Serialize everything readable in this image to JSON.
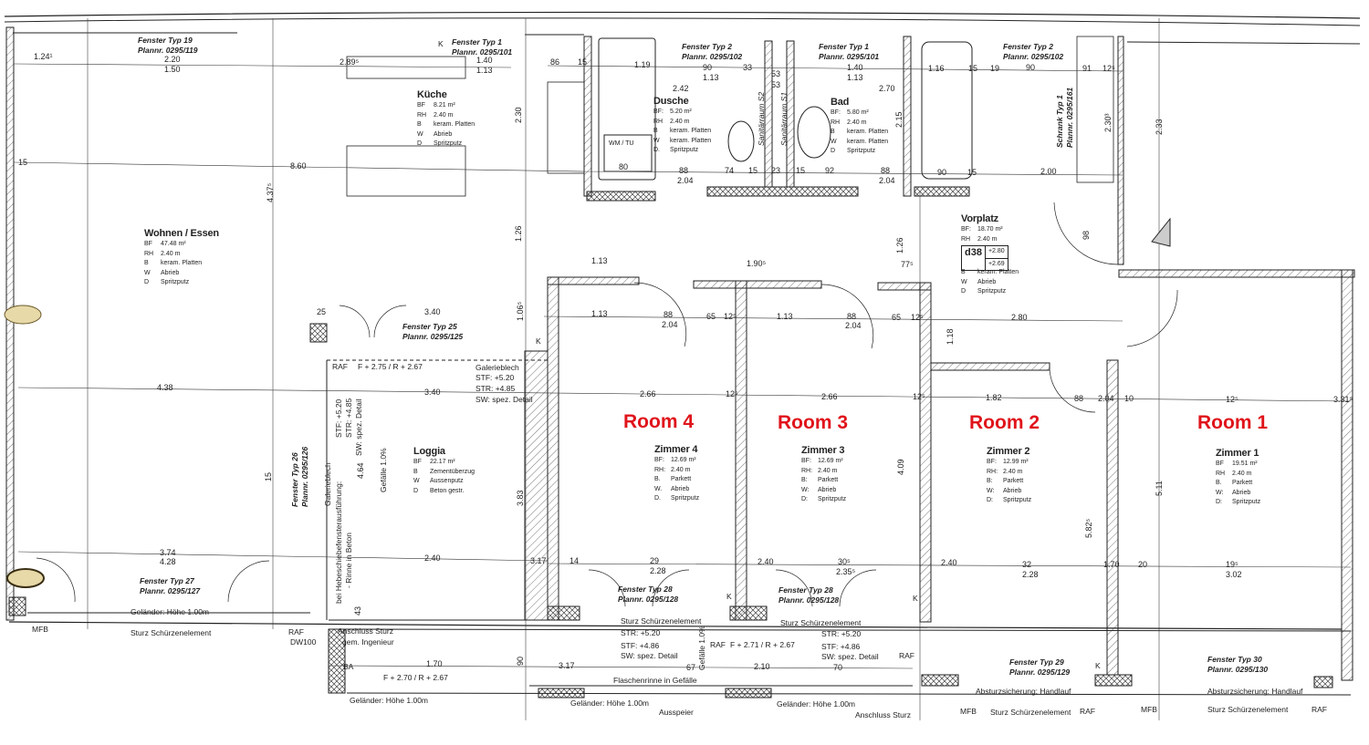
{
  "accent_color": "#e0141b",
  "room_labels": [
    "Room 4",
    "Room 3",
    "Room 2",
    "Room 1"
  ],
  "rooms": [
    {
      "name": "Wohnen / Essen",
      "rows": [
        [
          "BF",
          "47.48 m²"
        ],
        [
          "RH",
          "2.40 m"
        ],
        [
          "B",
          "keram. Platten"
        ],
        [
          "W",
          "Abrieb"
        ],
        [
          "D",
          "Spritzputz"
        ]
      ]
    },
    {
      "name": "Küche",
      "rows": [
        [
          "BF",
          "8.21 m²"
        ],
        [
          "RH",
          "2.40 m"
        ],
        [
          "B",
          "keram. Platten"
        ],
        [
          "W",
          "Abrieb"
        ],
        [
          "D",
          "Spritzputz"
        ]
      ]
    },
    {
      "name": "Dusche",
      "rows": [
        [
          "BF:",
          "5.20 m²"
        ],
        [
          "RH",
          "2.40 m"
        ],
        [
          "B",
          "keram. Platten"
        ],
        [
          "W",
          "keram. Platten"
        ],
        [
          "D.",
          "Spritzputz"
        ]
      ]
    },
    {
      "name": "Bad",
      "rows": [
        [
          "BF:",
          "5.80 m²"
        ],
        [
          "RH",
          "2.40 m"
        ],
        [
          "B",
          "keram. Platten"
        ],
        [
          "W",
          "keram. Platten"
        ],
        [
          "D",
          "Spritzputz"
        ]
      ]
    },
    {
      "name": "Vorplatz",
      "rows": [
        [
          "BF:",
          "18.70 m²"
        ],
        [
          "RH",
          "2.40 m"
        ]
      ],
      "rows2": [
        [
          "B",
          "keram. Platten"
        ],
        [
          "W",
          "Abrieb"
        ],
        [
          "D",
          "Spritzputz"
        ]
      ],
      "level_code": "d38",
      "levels": [
        "+2.80",
        "+2.69"
      ]
    },
    {
      "name": "Loggia",
      "rows": [
        [
          "BF",
          "22.17 m²"
        ],
        [
          "B",
          "Zementüberzug"
        ],
        [
          "W",
          "Aussenputz"
        ],
        [
          "D",
          "Beton gestr."
        ]
      ]
    },
    {
      "name": "Zimmer 4",
      "rows": [
        [
          "BF:",
          "12.69 m²"
        ],
        [
          "RH:",
          "2.40 m"
        ],
        [
          "B.",
          "Parkett"
        ],
        [
          "W.",
          "Abrieb"
        ],
        [
          "D.",
          "Spritzputz"
        ]
      ]
    },
    {
      "name": "Zimmer 3",
      "rows": [
        [
          "BF:",
          "12.69 m²"
        ],
        [
          "RH:",
          "2.40 m"
        ],
        [
          "B:",
          "Parkett"
        ],
        [
          "W:",
          "Abrieb"
        ],
        [
          "D:",
          "Spritzputz"
        ]
      ]
    },
    {
      "name": "Zimmer 2",
      "rows": [
        [
          "BF:",
          "12.99 m²"
        ],
        [
          "RH:",
          "2.40 m"
        ],
        [
          "B:",
          "Parkett"
        ],
        [
          "W:",
          "Abrieb"
        ],
        [
          "D:",
          "Spritzputz"
        ]
      ]
    },
    {
      "name": "Zimmer 1",
      "rows": [
        [
          "BF",
          "19.51 m²"
        ],
        [
          "RH",
          "2.40 m"
        ],
        [
          "B.",
          "Parkett"
        ],
        [
          "W:",
          "Abrieb"
        ],
        [
          "D:",
          "Spritzputz"
        ]
      ]
    }
  ],
  "windows": [
    [
      "Fenster Typ 19",
      "Plannr. 0295/119"
    ],
    [
      "Fenster Typ 1",
      "Plannr. 0295/101"
    ],
    [
      "Fenster Typ 2",
      "Plannr. 0295/102"
    ],
    [
      "Fenster Typ 1",
      "Plannr. 0295/101"
    ],
    [
      "Fenster Typ 2",
      "Plannr. 0295/102"
    ],
    [
      "Schrank Typ 1",
      "Plannr. 0295/161"
    ],
    [
      "Fenster Typ 25",
      "Plannr. 0295/125"
    ],
    [
      "Fenster Typ 26",
      "Plannr. 0295/126"
    ],
    [
      "Fenster Typ 27",
      "Plannr. 0295/127"
    ],
    [
      "Fenster Typ 28",
      "Plannr. 0295/128"
    ],
    [
      "Fenster Typ 28",
      "Plannr. 0295/128"
    ],
    [
      "Fenster Typ 29",
      "Plannr. 0295/129"
    ],
    [
      "Fenster Typ 30",
      "Plannr. 0295/130"
    ]
  ],
  "notes": {
    "raf": "RAF",
    "loggia_level": "F + 2.75 / R + 2.67",
    "galerieblech": "Galerieblech",
    "stf_520": "STF: +5.20",
    "str_485": "STR: +4.85",
    "sw_detail": "SW: spez. Detail",
    "sturz1": "Sturz Schürzenelement",
    "str_520": "STR: +5.20",
    "stf_486": "STF: +4.86",
    "w210": "2.10",
    "balcony_level": "F + 2.71 / R + 2.67",
    "flaschenrinne": "Flaschenrinne in Gefälle",
    "lower_level": "F + 2.70 / R + 2.67",
    "gelaender": "Geländer: Höhe 1.00m",
    "ausspeier": "Ausspeier",
    "anschluss_sturz": "Anschluss Sturz",
    "gem_ingenieur": "gem. Ingenieur",
    "mfb": "MFB",
    "dw100": "DW100",
    "ba": "BA",
    "absturz": "Absturzsicherung: Handlauf",
    "gefaelle": "Gefälle 1.0%",
    "hebeschiebe": "bei Hebeschiebefensterausführung:",
    "rinne": "- Rinne in Beton",
    "wmtu": "WM / TU",
    "sanitaer_s2": "Sanitärraum S2",
    "sanitaer_s1": "Sanitärraum S1",
    "k": "K"
  },
  "dimensions": [
    "1.24¹",
    "2.20",
    "1.50",
    "2.89⁵",
    "1.40",
    "1.13",
    "86",
    "15",
    "1.19",
    "90",
    "1.13",
    "33",
    "53",
    "53",
    "1.40",
    "1.13",
    "1.16",
    "15",
    "19",
    "90",
    "91",
    "12⁵",
    "2.42",
    "2.70",
    "2.30",
    "2.15",
    "15",
    "8.60",
    "4.37⁵",
    "80",
    "88",
    "2.04",
    "74",
    "15",
    "23",
    "15",
    "92",
    "88",
    "2.04",
    "90",
    "15",
    "2.00",
    "1.26",
    "1.26",
    "1.13",
    "1.90⁵",
    "77⁵",
    "98",
    "1.13",
    "88",
    "2.04",
    "65",
    "12⁵",
    "1.13",
    "88",
    "2.04",
    "65",
    "12⁵",
    "2.80",
    "1.06⁵",
    "3.40",
    "25",
    "4.38",
    "3.40",
    "2.66",
    "12⁵",
    "2.66",
    "12⁵",
    "1.82",
    "88",
    "2.04",
    "10",
    "12⁵",
    "3.31⁵",
    "15",
    "3.83",
    "4.09",
    "5.11",
    "5.82⁵",
    "4.64",
    "3.74",
    "4.28",
    "2.40",
    "3.17",
    "14",
    "29",
    "2.28",
    "2.40",
    "30⁵",
    "2.35⁵",
    "2.40",
    "32",
    "2.28",
    "1.70",
    "20",
    "19⁵",
    "3.02",
    "1.70",
    "3.17",
    "67",
    "2.10",
    "70",
    "43",
    "90",
    "1.18",
    "2.33",
    "2.30³"
  ]
}
